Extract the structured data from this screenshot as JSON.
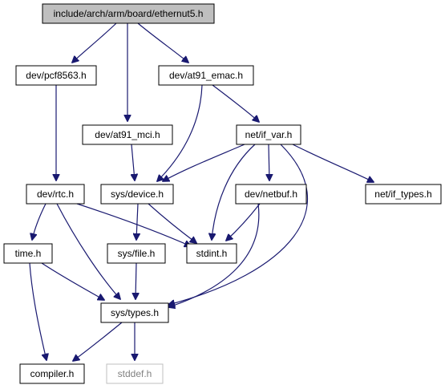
{
  "graph": {
    "type": "include-dependency-graph",
    "colors": {
      "edge": "#191970",
      "root_fill": "#bfbfbf",
      "node_fill": "#ffffff",
      "missing_border": "#bfbfbf"
    },
    "nodes": {
      "ethernut5": "include/arch/arm/board/ethernut5.h",
      "pcf8563": "dev/pcf8563.h",
      "at91_mci": "dev/at91_mci.h",
      "at91_emac": "dev/at91_emac.h",
      "if_var": "net/if_var.h",
      "rtc": "dev/rtc.h",
      "device": "sys/device.h",
      "netbuf": "dev/netbuf.h",
      "if_types": "net/if_types.h",
      "time": "time.h",
      "file": "sys/file.h",
      "stdint": "stdint.h",
      "types": "sys/types.h",
      "compiler": "compiler.h",
      "stddef": "stddef.h"
    },
    "missing_nodes": [
      "stddef"
    ],
    "edges": [
      [
        "ethernut5",
        "pcf8563"
      ],
      [
        "ethernut5",
        "at91_mci"
      ],
      [
        "ethernut5",
        "at91_emac"
      ],
      [
        "pcf8563",
        "rtc"
      ],
      [
        "at91_mci",
        "device"
      ],
      [
        "at91_emac",
        "device"
      ],
      [
        "at91_emac",
        "if_var"
      ],
      [
        "if_var",
        "device"
      ],
      [
        "if_var",
        "netbuf"
      ],
      [
        "if_var",
        "if_types"
      ],
      [
        "if_var",
        "stdint"
      ],
      [
        "if_var",
        "types"
      ],
      [
        "rtc",
        "time"
      ],
      [
        "rtc",
        "types"
      ],
      [
        "rtc",
        "stdint"
      ],
      [
        "device",
        "file"
      ],
      [
        "device",
        "stdint"
      ],
      [
        "netbuf",
        "stdint"
      ],
      [
        "netbuf",
        "types"
      ],
      [
        "time",
        "types"
      ],
      [
        "time",
        "compiler"
      ],
      [
        "file",
        "types"
      ],
      [
        "types",
        "compiler"
      ],
      [
        "types",
        "stddef"
      ]
    ]
  }
}
